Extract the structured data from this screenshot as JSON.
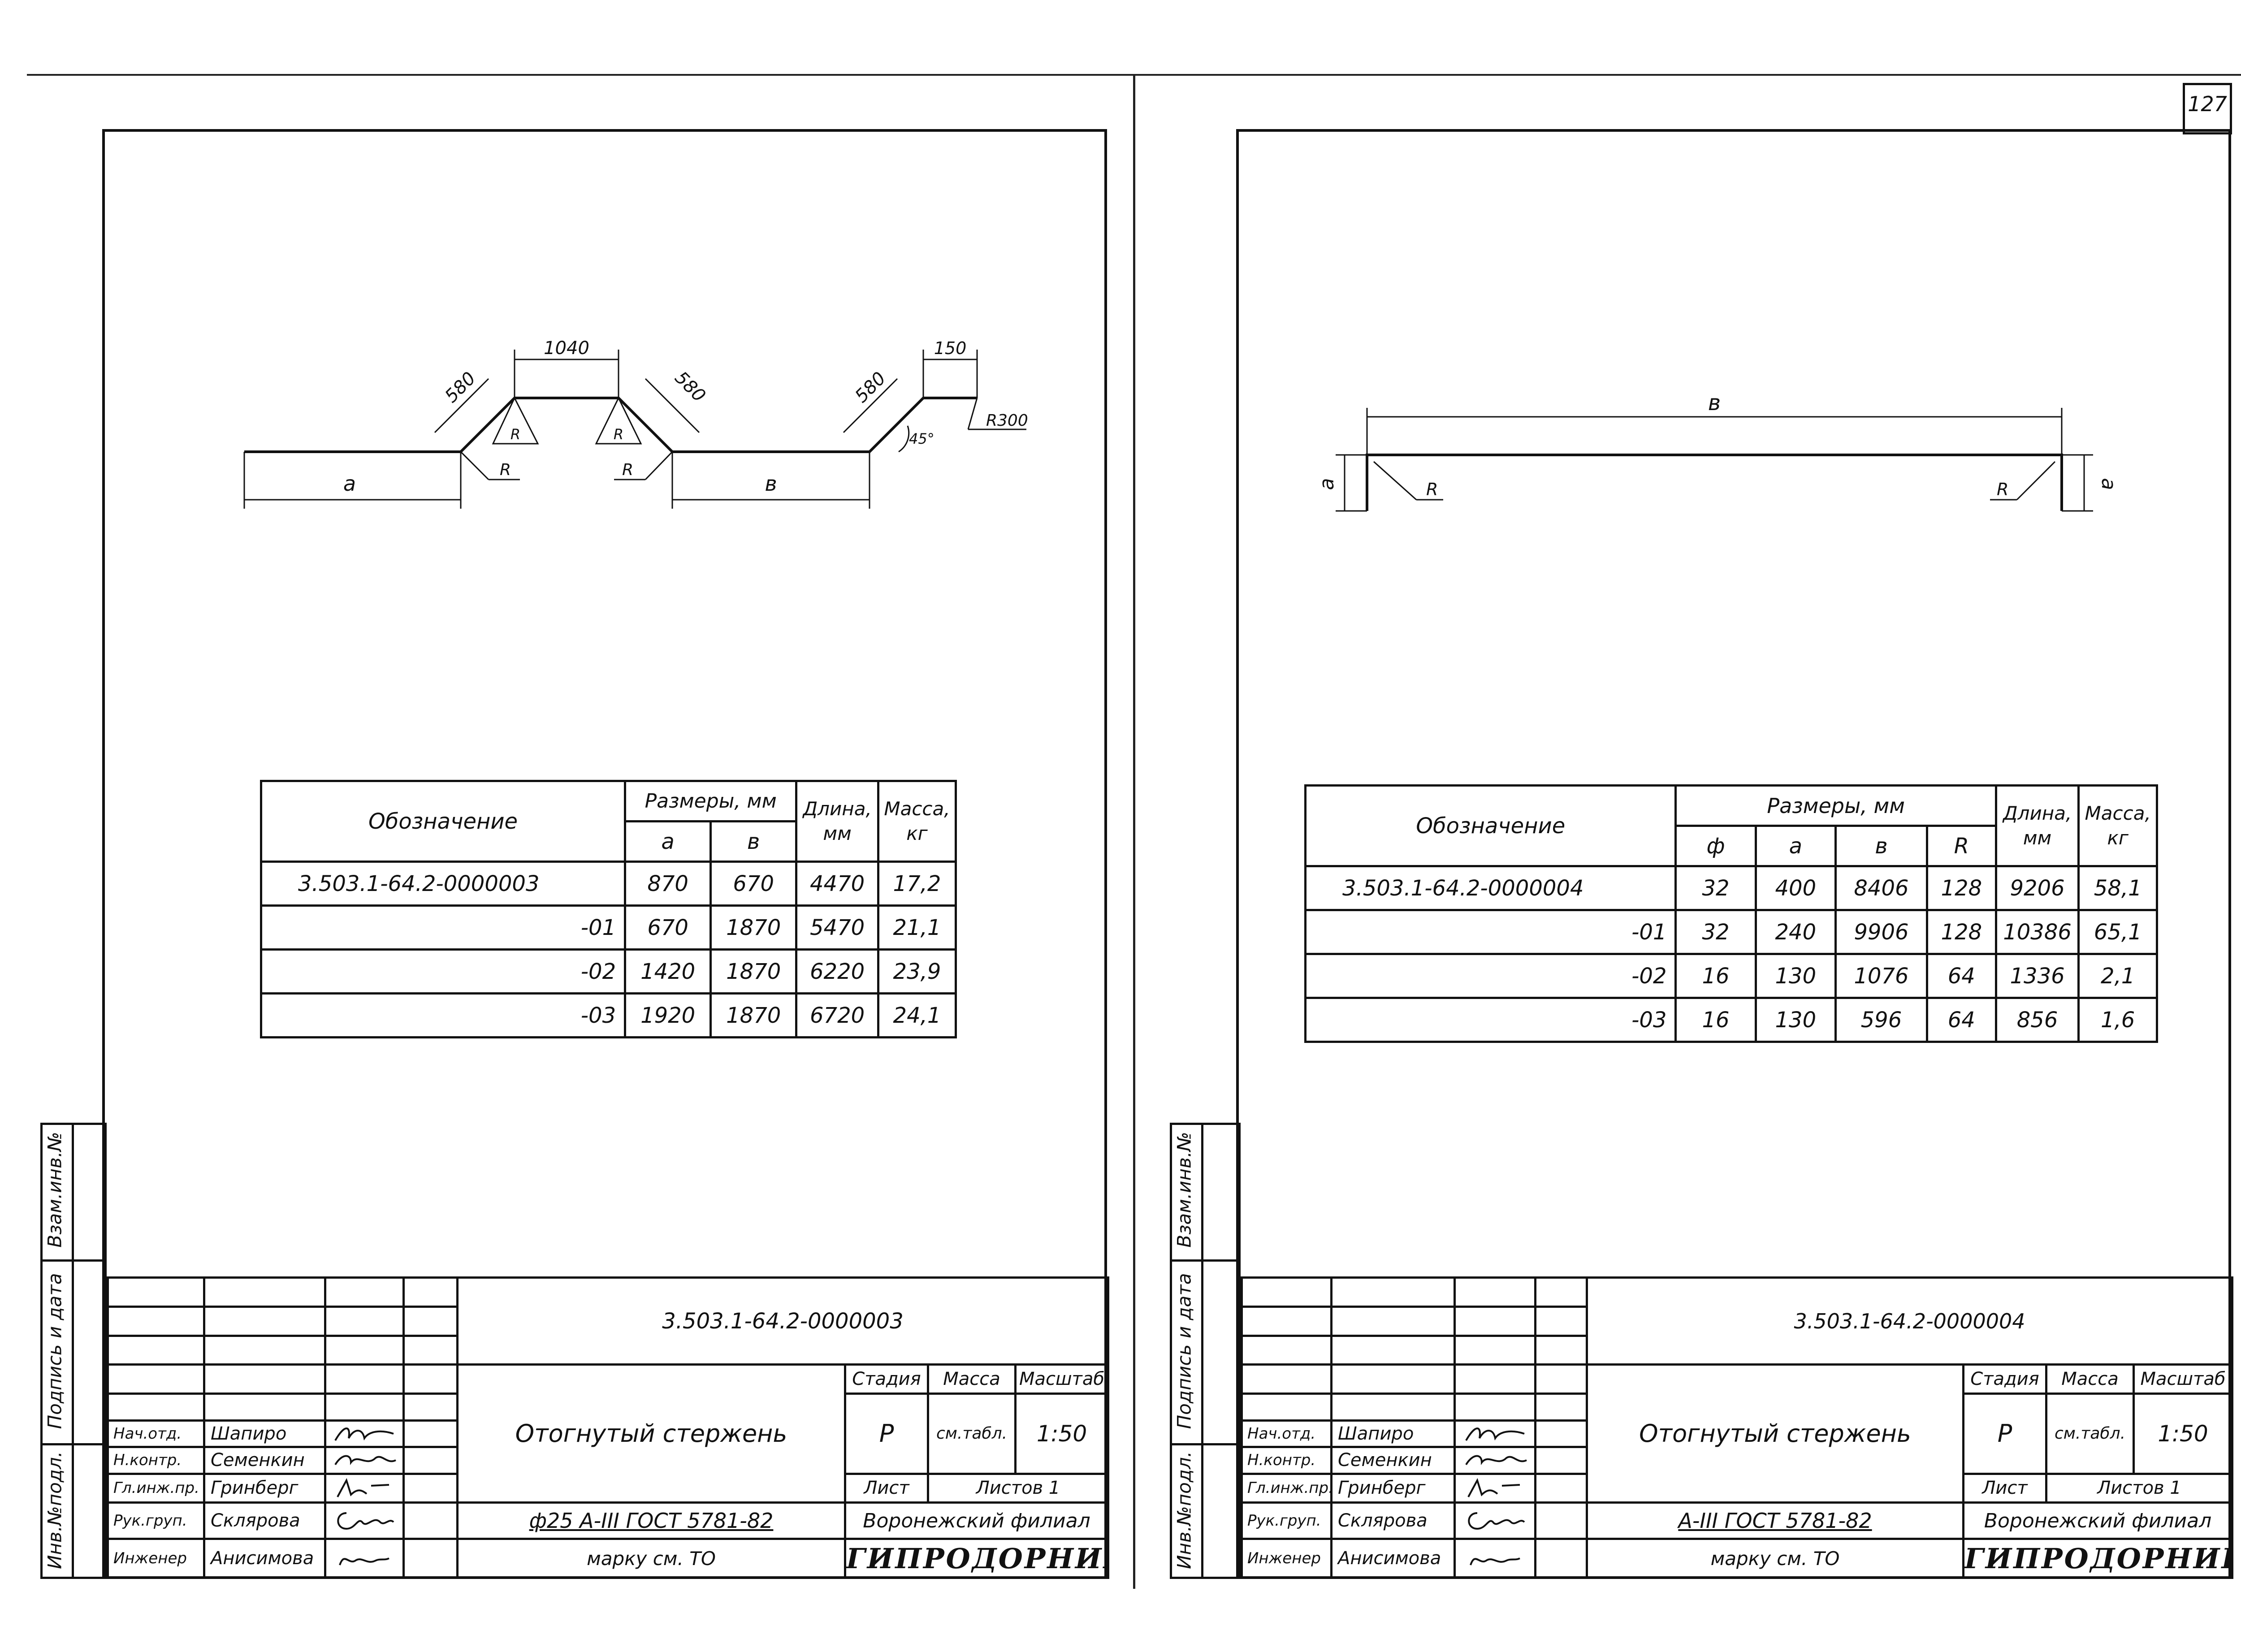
{
  "page_number": "127",
  "side_labels": {
    "inv_podl": "Инв.№подл.",
    "podpis": "Подпись и дата",
    "vzam": "Взам.инв.№"
  },
  "left": {
    "dims": {
      "top_len": "1040",
      "slope1": "580",
      "slope2": "580",
      "slope3": "580",
      "end_len": "150",
      "radius": "R300",
      "angle": "45°",
      "a": "a",
      "b": "в",
      "r": "R"
    },
    "table": {
      "col_designation": "Обозначение",
      "col_sizes": "Размеры, мм",
      "col_len": "Длина, мм",
      "col_mass": "Масса, кг",
      "sub_a": "a",
      "sub_b": "в",
      "rows": [
        {
          "designation": "3.503.1-64.2-0000003",
          "a": "870",
          "b": "670",
          "len": "4470",
          "mass": "17,2"
        },
        {
          "designation": "-01",
          "a": "670",
          "b": "1870",
          "len": "5470",
          "mass": "21,1"
        },
        {
          "designation": "-02",
          "a": "1420",
          "b": "1870",
          "len": "6220",
          "mass": "23,9"
        },
        {
          "designation": "-03",
          "a": "1920",
          "b": "1870",
          "len": "6720",
          "mass": "24,1"
        }
      ]
    },
    "stamp": {
      "code": "3.503.1-64.2-0000003",
      "title": "Отогнутый стержень",
      "stage_label": "Стадия",
      "mass_label": "Масса",
      "scale_label": "Масштаб",
      "stage": "Р",
      "mass": "см.табл.",
      "scale": "1:50",
      "sheet_label": "Лист",
      "sheets_label": "Листов 1",
      "material": "ф25 А-III ГОСТ 5781-82",
      "grade": "марку см. ТО",
      "org1": "Воронежский филиал",
      "org2": "ГИПРОДОРНИИ",
      "roles": [
        "Нач.отд.",
        "Н.контр.",
        "Гл.инж.пр.",
        "Рук.груп.",
        "Инженер"
      ],
      "people": [
        "Шапиро",
        "Семенкин",
        "Гринберг",
        "Склярова",
        "Анисимова"
      ]
    }
  },
  "right": {
    "dims": {
      "b": "в",
      "a": "a",
      "r": "R"
    },
    "table": {
      "col_designation": "Обозначение",
      "col_sizes": "Размеры, мм",
      "col_len": "Длина, мм",
      "col_mass": "Масса, кг",
      "sub_phi": "ф",
      "sub_a": "a",
      "sub_b": "в",
      "sub_r": "R",
      "rows": [
        {
          "designation": "3.503.1-64.2-0000004",
          "phi": "32",
          "a": "400",
          "b": "8406",
          "r": "128",
          "len": "9206",
          "mass": "58,1"
        },
        {
          "designation": "-01",
          "phi": "32",
          "a": "240",
          "b": "9906",
          "r": "128",
          "len": "10386",
          "mass": "65,1"
        },
        {
          "designation": "-02",
          "phi": "16",
          "a": "130",
          "b": "1076",
          "r": "64",
          "len": "1336",
          "mass": "2,1"
        },
        {
          "designation": "-03",
          "phi": "16",
          "a": "130",
          "b": "596",
          "r": "64",
          "len": "856",
          "mass": "1,6"
        }
      ]
    },
    "stamp": {
      "code": "3.503.1-64.2-0000004",
      "title": "Отогнутый стержень",
      "stage_label": "Стадия",
      "mass_label": "Масса",
      "scale_label": "Масштаб",
      "stage": "Р",
      "mass": "см.табл.",
      "scale": "1:50",
      "sheet_label": "Лист",
      "sheets_label": "Листов 1",
      "material": "А-III ГОСТ 5781-82",
      "grade": "марку см. ТО",
      "org1": "Воронежский филиал",
      "org2": "ГИПРОДОРНИИ",
      "roles": [
        "Нач.отд.",
        "Н.контр.",
        "Гл.инж.пр.",
        "Рук.груп.",
        "Инженер"
      ],
      "people": [
        "Шапиро",
        "Семенкин",
        "Гринберг",
        "Склярова",
        "Анисимова"
      ]
    }
  }
}
